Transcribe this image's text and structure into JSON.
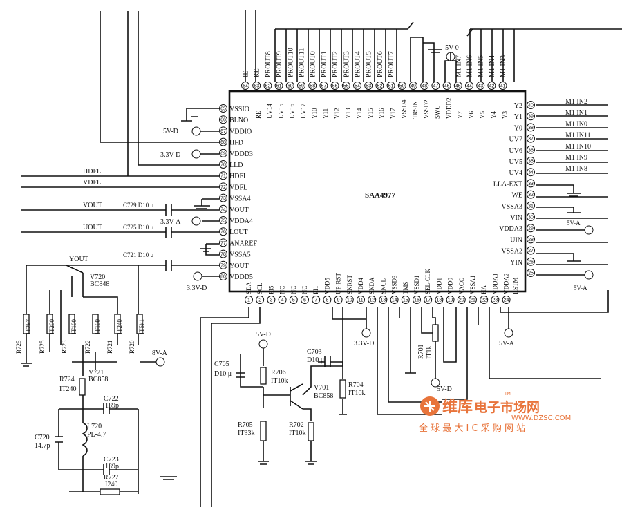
{
  "chip": {
    "name": "SAA4977",
    "top_pins": [
      {
        "num": "64",
        "label": "IE"
      },
      {
        "num": "63",
        "label": "RE"
      },
      {
        "num": "62",
        "label": "PROUT8"
      },
      {
        "num": "61",
        "label": "PROUT9"
      },
      {
        "num": "60",
        "label": "PROUT10"
      },
      {
        "num": "59",
        "label": "PROUT11"
      },
      {
        "num": "58",
        "label": "PROUT0"
      },
      {
        "num": "57",
        "label": "PROUT1"
      },
      {
        "num": "56",
        "label": "PROUT2"
      },
      {
        "num": "55",
        "label": "PROUT3"
      },
      {
        "num": "54",
        "label": "PROUT4"
      },
      {
        "num": "53",
        "label": "PROUT5"
      },
      {
        "num": "52",
        "label": "PROUT6"
      },
      {
        "num": "51",
        "label": "PROUT7"
      },
      {
        "num": "50",
        "label": ""
      },
      {
        "num": "49",
        "label": ""
      },
      {
        "num": "48",
        "label": ""
      },
      {
        "num": "47",
        "label": ""
      },
      {
        "num": "46",
        "label": ""
      },
      {
        "num": "45",
        "label": "M1 IN7"
      },
      {
        "num": "44",
        "label": "M1 IN6"
      },
      {
        "num": "43",
        "label": "M1 IN5"
      },
      {
        "num": "42",
        "label": "M1 IN4"
      },
      {
        "num": "41",
        "label": "M1 IN3"
      }
    ],
    "top_inner": [
      "RE",
      "UV14",
      "UV15",
      "UV16",
      "UV17",
      "Y10",
      "Y11",
      "Y12",
      "Y13",
      "Y14",
      "Y15",
      "Y16",
      "Y17",
      "VSSD4",
      "TRSIN",
      "VSSD2",
      "SWC",
      "VDDD2",
      "Y7",
      "Y6",
      "Y5",
      "Y4",
      "Y3"
    ],
    "left_pins": [
      {
        "num": "65",
        "label": "VSSIO"
      },
      {
        "num": "66",
        "label": "BLNO"
      },
      {
        "num": "67",
        "label": "VDDIO"
      },
      {
        "num": "68",
        "label": "HFD"
      },
      {
        "num": "69",
        "label": "VDDD3"
      },
      {
        "num": "70",
        "label": "LLD"
      },
      {
        "num": "71",
        "label": "HDFL"
      },
      {
        "num": "72",
        "label": "VDFL"
      },
      {
        "num": "73",
        "label": "VSSA4"
      },
      {
        "num": "74",
        "label": "VOUT"
      },
      {
        "num": "75",
        "label": "VDDA4"
      },
      {
        "num": "76",
        "label": "LOUT"
      },
      {
        "num": "77",
        "label": "ANAREF"
      },
      {
        "num": "78",
        "label": "VSSA5"
      },
      {
        "num": "79",
        "label": "YOUT"
      },
      {
        "num": "80",
        "label": "VDDD5"
      }
    ],
    "right_pins": [
      {
        "num": "40",
        "label": "Y2",
        "ext": "M1 IN2"
      },
      {
        "num": "39",
        "label": "Y1",
        "ext": "M1 IN1"
      },
      {
        "num": "38",
        "label": "Y0",
        "ext": "M1 IN0"
      },
      {
        "num": "37",
        "label": "UV7",
        "ext": "M1 IN11"
      },
      {
        "num": "36",
        "label": "UV6",
        "ext": "M1 IN10"
      },
      {
        "num": "35",
        "label": "UV5",
        "ext": "M1 IN9"
      },
      {
        "num": "34",
        "label": "UV4",
        "ext": "M1 IN8"
      },
      {
        "num": "33",
        "label": "LLA-EXT",
        "ext": ""
      },
      {
        "num": "32",
        "label": "WE",
        "ext": ""
      },
      {
        "num": "31",
        "label": "VSSA3",
        "ext": ""
      },
      {
        "num": "30",
        "label": "VIN",
        "ext": ""
      },
      {
        "num": "29",
        "label": "VDDA3",
        "ext": ""
      },
      {
        "num": "28",
        "label": "UIN",
        "ext": ""
      },
      {
        "num": "27",
        "label": "VSSA2",
        "ext": ""
      },
      {
        "num": "26",
        "label": "YIN",
        "ext": ""
      },
      {
        "num": "25",
        "label": "",
        "ext": ""
      }
    ],
    "bottom_pins": [
      {
        "num": "1",
        "label": "SDA"
      },
      {
        "num": "2",
        "label": "SCL"
      },
      {
        "num": "3",
        "label": "PI5"
      },
      {
        "num": "4",
        "label": "NC"
      },
      {
        "num": "5",
        "label": "NC"
      },
      {
        "num": "6",
        "label": "NC"
      },
      {
        "num": "7",
        "label": "PI1"
      },
      {
        "num": "8",
        "label": "VDD5"
      },
      {
        "num": "9",
        "label": "UP-RST"
      },
      {
        "num": "10",
        "label": "SNRST"
      },
      {
        "num": "11",
        "label": "VDD4"
      },
      {
        "num": "12",
        "label": "SNDA"
      },
      {
        "num": "13",
        "label": "SNCL"
      },
      {
        "num": "14",
        "label": "VSSD3"
      },
      {
        "num": "15",
        "label": "TMS"
      },
      {
        "num": "16",
        "label": "VSSD1"
      },
      {
        "num": "17",
        "label": "SEL-CLK"
      },
      {
        "num": "18",
        "label": "VDD1"
      },
      {
        "num": "19",
        "label": "VDD0"
      },
      {
        "num": "20",
        "label": "VACO"
      },
      {
        "num": "21",
        "label": "VSSA1"
      },
      {
        "num": "22",
        "label": "HA"
      },
      {
        "num": "23",
        "label": "VDDA1"
      },
      {
        "num": "24",
        "label": "VDDA2"
      }
    ],
    "rstm": "RSTM"
  },
  "signals": {
    "hdfl": "HDFL",
    "vdfl": "VDFL",
    "vout": "VOUT",
    "uout": "UOUT",
    "yout": "YOUT"
  },
  "supplies": {
    "v5d": "5V-D",
    "v33d": "3.3V-D",
    "v33a": "3.3V-A",
    "v5a": "5V-A",
    "v8a": "8V-A",
    "v50": "5V-0"
  },
  "caps": {
    "c729": "C729 D10 μ",
    "c725": "C725 D10 μ",
    "c721": "C721 D10 μ",
    "c705": "C705",
    "c705v": "D10 μ",
    "c703": "C703",
    "c703v": "D10 μ",
    "c722": "C722",
    "c722v": "139p",
    "c723": "C723",
    "c723v": "139p",
    "c720": "C720",
    "c720v": "14.7p"
  },
  "resistors": [
    {
      "ref": "R725",
      "val": "IT2k7"
    },
    {
      "ref": "R725",
      "val": "IT200"
    },
    {
      "ref": "R723",
      "val": "IT100"
    },
    {
      "ref": "R722",
      "val": "IT100"
    },
    {
      "ref": "R721",
      "val": "IT240"
    },
    {
      "ref": "R720",
      "val": "IT5k1"
    }
  ],
  "parts": {
    "r724": "R724",
    "r724v": "IT240",
    "l720": "L720",
    "l720v": "PL-4.7",
    "r727": "R727",
    "r727v": "I240",
    "v720": "V720",
    "v720v": "BC848",
    "v721": "V721",
    "v721v": "BC858",
    "v701": "V701",
    "v701v": "BC858",
    "r706": "R706",
    "r706v": "IT10k",
    "r705": "R705",
    "r705v": "IT33k",
    "r704": "R704",
    "r704v": "IT10k",
    "r702": "R702",
    "r702v": "IT10k",
    "r701": "R701",
    "r701v": "IT1k"
  },
  "watermark": {
    "brand": "维库",
    "brand2": "电子市场网",
    "url": "WWW.DZSC.COM",
    "tagline": "全 球 最 大 I C 采 购 网 站",
    "tm": "TM"
  }
}
